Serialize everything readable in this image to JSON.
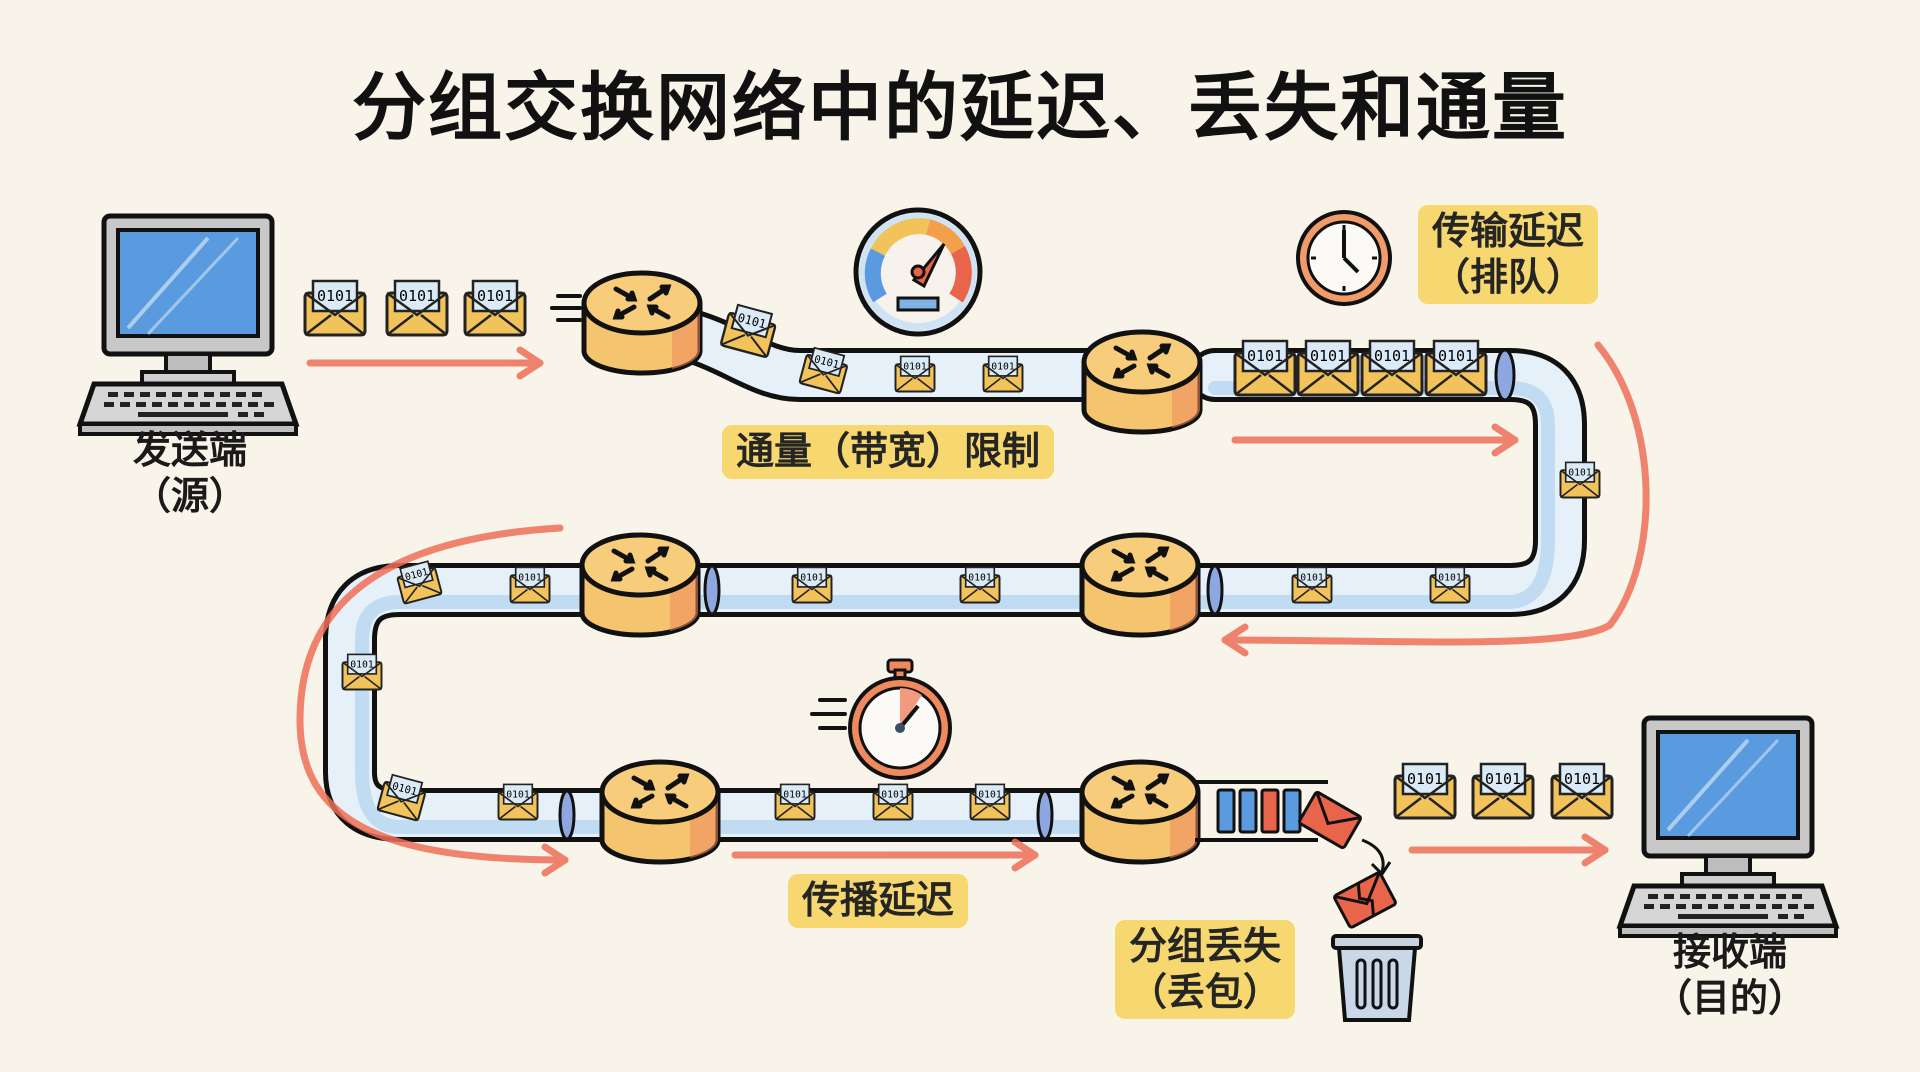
{
  "title": "分组交换网络中的延迟、丢失和通量",
  "nodes": {
    "sender": {
      "line1": "发送端",
      "line2": "（源）"
    },
    "receiver": {
      "line1": "接收端",
      "line2": "（目的）"
    }
  },
  "labels": {
    "throughput": "通量（带宽）限制",
    "transmission": {
      "line1": "传输延迟",
      "line2": "（排队）"
    },
    "propagation": "传播延迟",
    "loss": {
      "line1": "分组丢失",
      "line2": "（丢包）"
    }
  },
  "packet_text": "0101",
  "icons": {
    "gauge": "speedometer-icon",
    "clock": "clock-icon",
    "stopwatch": "stopwatch-icon",
    "trash": "trash-can-icon",
    "router": "router-icon",
    "computer": "computer-icon",
    "envelope": "envelope-packet-icon"
  },
  "colors": {
    "background": "#f8f4e9",
    "arrow": "#ee6f57",
    "envelope": "#f2c35a",
    "router": "#f5c46e",
    "pipe_fill": "#cfe3f5",
    "highlight": "#f7d66a",
    "screen": "#5a9be0",
    "loss_red": "#e8644a"
  },
  "queue_buffer": [
    "blue",
    "blue",
    "red",
    "blue"
  ]
}
